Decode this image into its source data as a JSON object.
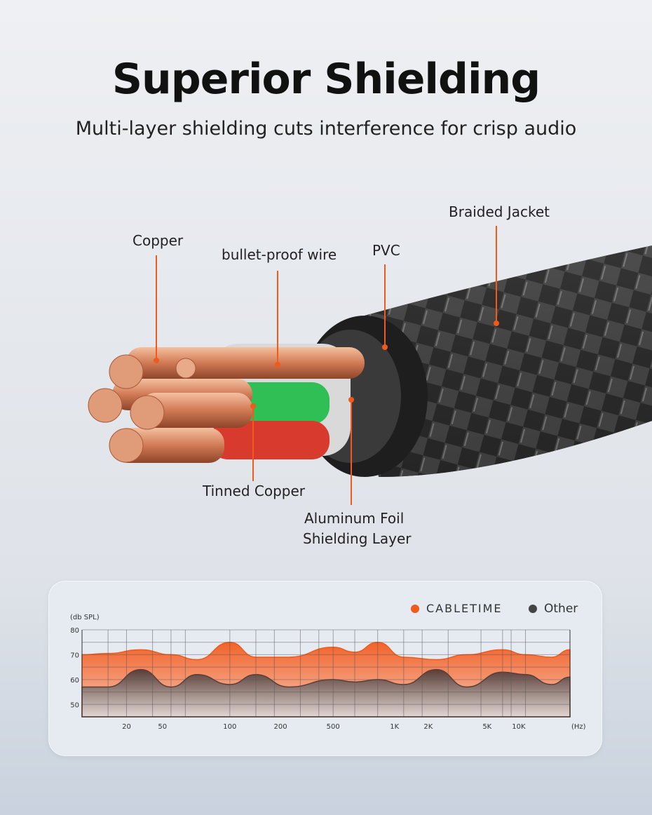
{
  "header": {
    "title": "Superior Shielding",
    "subtitle": "Multi-layer shielding cuts interference for crisp audio"
  },
  "callouts": {
    "copper": "Copper",
    "bulletproof": "bullet-proof wire",
    "pvc": "PVC",
    "braided": "Braided Jacket",
    "tinned": "Tinned Copper",
    "foil1": "Aluminum Foil",
    "foil2": "Shielding Layer"
  },
  "colors": {
    "accent": "#f05a1a",
    "other": "#4a3a36"
  },
  "chart_data": {
    "type": "area",
    "ylabel": "(db SPL)",
    "xlabel": "(Hz)",
    "ylim": [
      45,
      80
    ],
    "yticks": [
      50,
      60,
      70,
      80
    ],
    "xticks": [
      "20",
      "50",
      "100",
      "200",
      "500",
      "1K",
      "2K",
      "5K",
      "10K"
    ],
    "legend_placement": "top-right",
    "series": [
      {
        "name": "CABLETIME",
        "color": "#f05a1a",
        "x": [
          10,
          15,
          25,
          40,
          60,
          100,
          150,
          250,
          500,
          700,
          1000,
          1500,
          2500,
          4000,
          7000,
          10000,
          15000,
          20000
        ],
        "values": [
          70,
          70.5,
          72,
          70,
          68,
          75,
          69,
          69,
          73,
          71,
          75,
          69,
          68,
          70,
          72,
          70,
          69,
          72
        ]
      },
      {
        "name": "Other",
        "color": "#4a3a36",
        "x": [
          10,
          15,
          25,
          40,
          60,
          100,
          150,
          250,
          500,
          700,
          1000,
          1500,
          2500,
          4000,
          7000,
          10000,
          15000,
          20000
        ],
        "values": [
          57,
          57,
          64,
          57,
          62,
          58,
          62,
          57,
          60,
          59,
          60,
          58,
          64,
          57,
          63,
          62,
          58,
          61
        ]
      }
    ]
  }
}
